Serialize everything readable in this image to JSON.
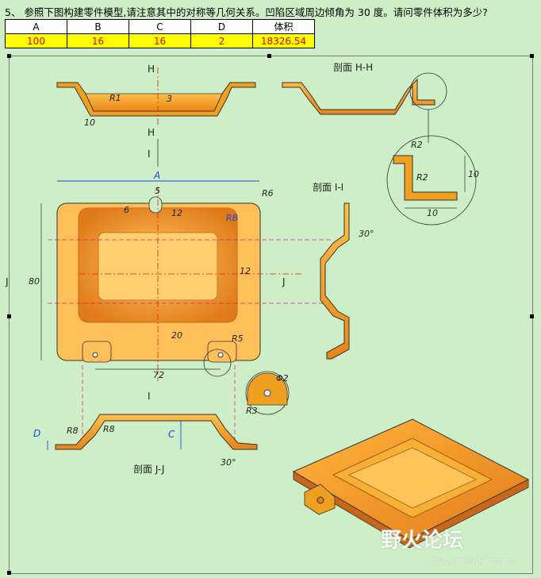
{
  "question": "5、 参照下图构建零件模型,请注意其中的对称等几何关系。凹陷区域周边倾角为 30 度。请问零件体积为多少?",
  "table": {
    "headers": [
      "A",
      "B",
      "C",
      "D",
      "体积"
    ],
    "values": [
      "100",
      "16",
      "16",
      "2",
      "18326.54"
    ]
  },
  "sections": {
    "hh": "剖面 H-H",
    "ii": "剖面 I-I",
    "jj": "剖面 J-J"
  },
  "markers": {
    "h": "H",
    "i": "I",
    "j": "J"
  },
  "dims": {
    "r1": "R1",
    "three": "3",
    "ten_a": "10",
    "r2a": "R2",
    "r2b": "R2",
    "ten_b": "10",
    "ten_c": "10",
    "A": "A",
    "R6": "R6",
    "five": "5",
    "six": "6",
    "twelve_a": "12",
    "RB": "RB",
    "eighty": "80",
    "twelve_b": "12",
    "twenty": "20",
    "seventytwo": "72",
    "R5": "R5",
    "thirty_a": "30°",
    "thirty_b": "30°",
    "phi2": "Φ2",
    "R3": "R3",
    "D": "D",
    "R8a": "R8",
    "R8b": "R8",
    "C": "C"
  },
  "watermark": {
    "main": "野火论坛",
    "url": "www.proewildfire.cn"
  },
  "colors": {
    "part": "#f0a020",
    "partDark": "#d9781a",
    "blueDim": "#1a4bd6",
    "background": "#cdeec6",
    "highlight": "#ffff00"
  }
}
